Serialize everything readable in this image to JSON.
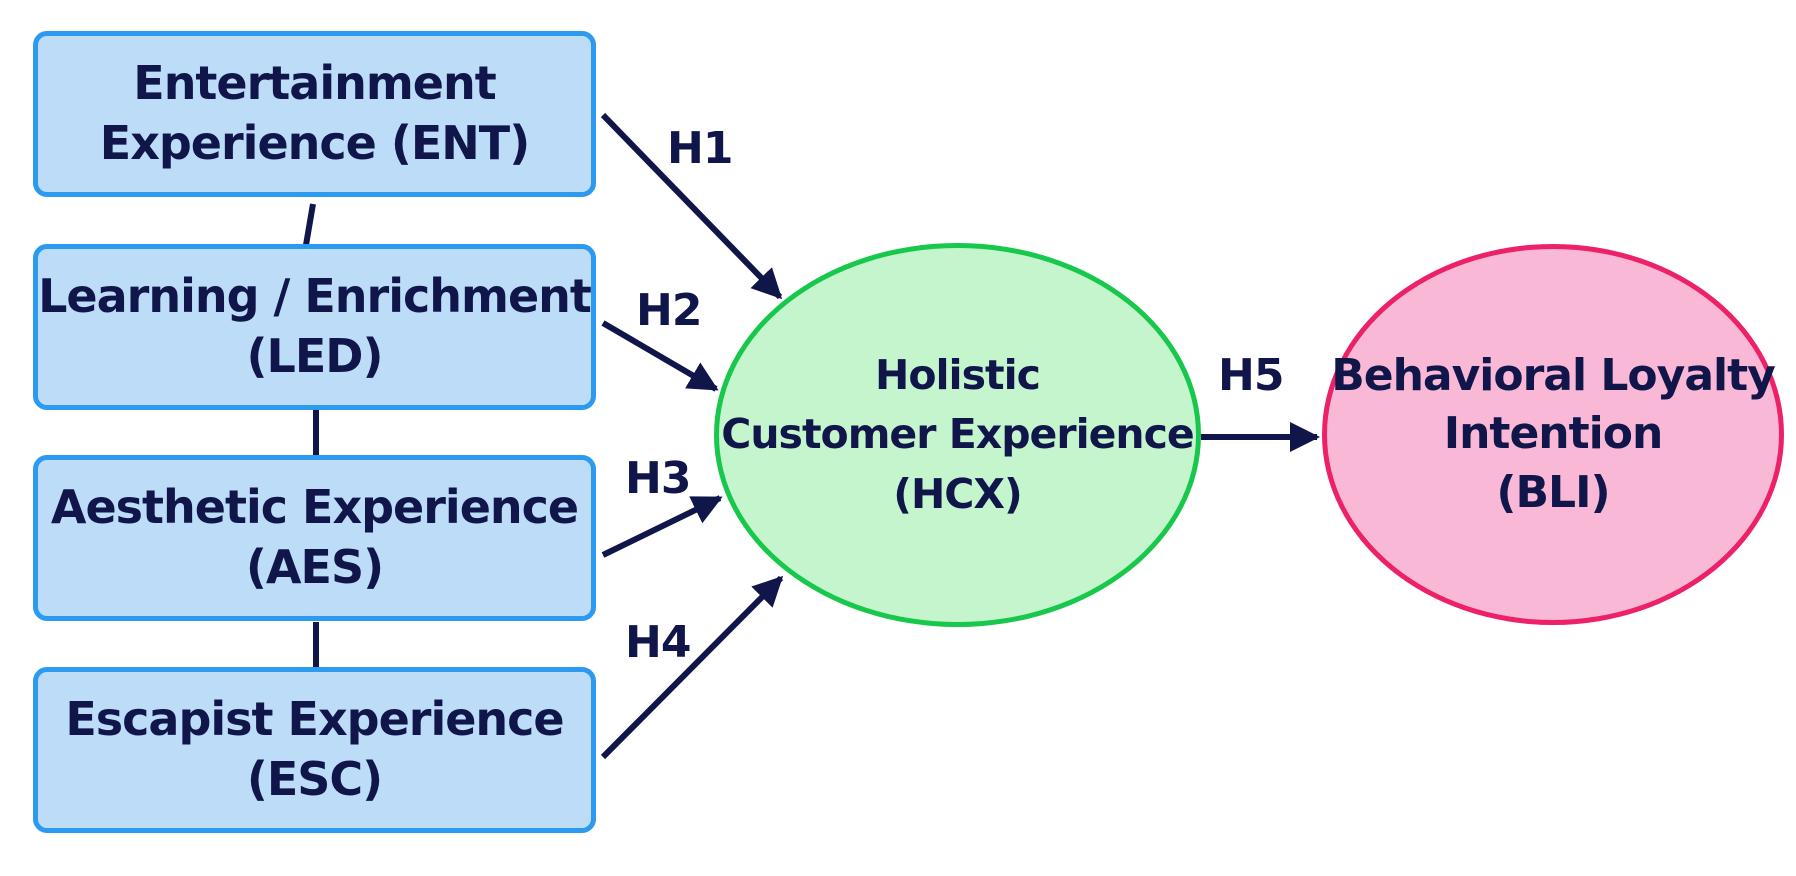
{
  "colors": {
    "construct_fill": "#bcdcf8",
    "construct_border": "#2b9af0",
    "hcx_fill": "#c5f5cc",
    "hcx_border": "#18c84c",
    "bli_fill": "#f9b9d6",
    "bli_border": "#ec2167",
    "text_and_arrows": "#10164a"
  },
  "constructs": [
    {
      "line1": "Entertainment",
      "line2": "Experience (ENT)"
    },
    {
      "line1": "Learning / Enrichment",
      "line2": "(LED)"
    },
    {
      "line1": "Aesthetic Experience",
      "line2": "(AES)"
    },
    {
      "line1": "Escapist Experience",
      "line2": "(ESC)"
    }
  ],
  "mediator": {
    "line1": "Holistic",
    "line2": "Customer Experience",
    "line3": "(HCX)"
  },
  "outcome": {
    "line1": "Behavioral Loyalty",
    "line2": "Intention",
    "line3": "(BLI)"
  },
  "hypotheses": {
    "h1": "H1",
    "h2": "H2",
    "h3": "H3",
    "h4": "H4",
    "h5": "H5"
  }
}
